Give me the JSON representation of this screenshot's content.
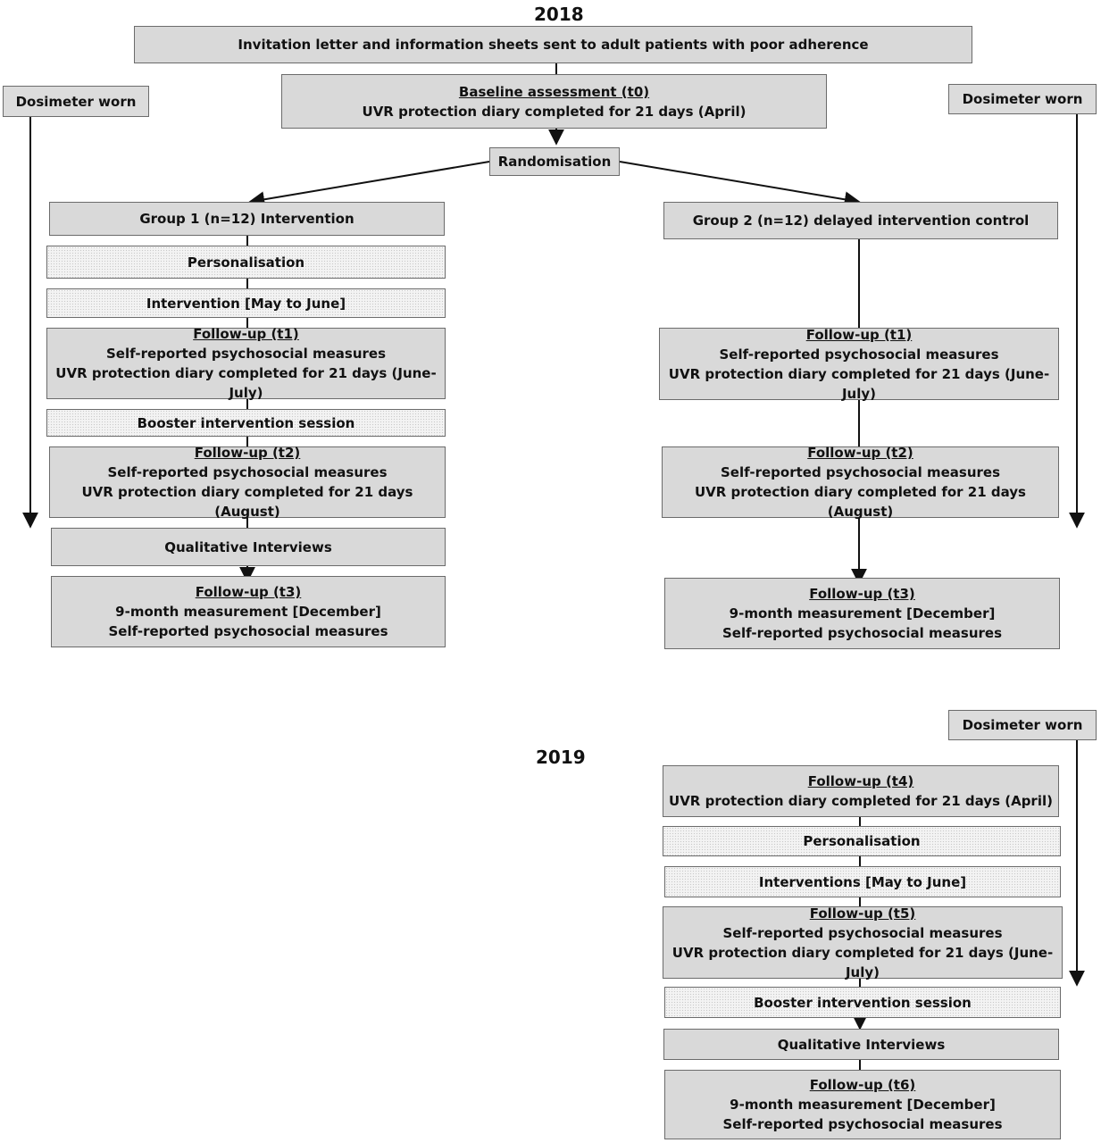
{
  "years": {
    "first": "2018",
    "second": "2019"
  },
  "dosimeter": {
    "left": "Dosimeter worn",
    "right_2018": "Dosimeter worn",
    "right_2019": "Dosimeter worn"
  },
  "invitation": "Invitation letter and information sheets sent to adult patients with poor adherence",
  "baseline": {
    "heading": "Baseline assessment (t0)",
    "line1": "UVR protection diary completed for 21 days (April)"
  },
  "randomisation": "Randomisation",
  "group1": {
    "title": "Group 1 (n=12) Intervention",
    "personalisation": "Personalisation",
    "intervention": "Intervention [May to June]",
    "t1": {
      "heading": "Follow-up (t1)",
      "line1": "Self-reported psychosocial measures",
      "line2": "UVR protection diary completed for 21 days (June-July)"
    },
    "booster": "Booster intervention session",
    "t2": {
      "heading": "Follow-up (t2)",
      "line1": "Self-reported psychosocial measures",
      "line2": "UVR protection diary completed for 21 days (August)"
    },
    "qualitative": "Qualitative Interviews",
    "t3": {
      "heading": "Follow-up (t3)",
      "line1": "9-month measurement [December]",
      "line2": "Self-reported psychosocial measures"
    }
  },
  "group2": {
    "title": "Group 2 (n=12) delayed intervention control",
    "t1": {
      "heading": "Follow-up (t1)",
      "line1": "Self-reported psychosocial measures",
      "line2": "UVR protection diary completed for 21 days (June-July)"
    },
    "t2": {
      "heading": "Follow-up (t2)",
      "line1": "Self-reported psychosocial measures",
      "line2": "UVR protection diary completed for 21 days (August)"
    },
    "t3": {
      "heading": "Follow-up (t3)",
      "line1": "9-month measurement [December]",
      "line2": "Self-reported psychosocial measures"
    },
    "t4": {
      "heading": "Follow-up (t4)",
      "line1": "UVR protection diary completed for 21 days (April)"
    },
    "personalisation": "Personalisation",
    "interventions": "Interventions [May to June]",
    "t5": {
      "heading": "Follow-up (t5)",
      "line1": "Self-reported psychosocial measures",
      "line2": "UVR protection diary completed for 21 days (June-July)"
    },
    "booster": "Booster intervention session",
    "qualitative": "Qualitative Interviews",
    "t6": {
      "heading": "Follow-up (t6)",
      "line1": "9-month measurement [December]",
      "line2": "Self-reported psychosocial measures"
    }
  }
}
